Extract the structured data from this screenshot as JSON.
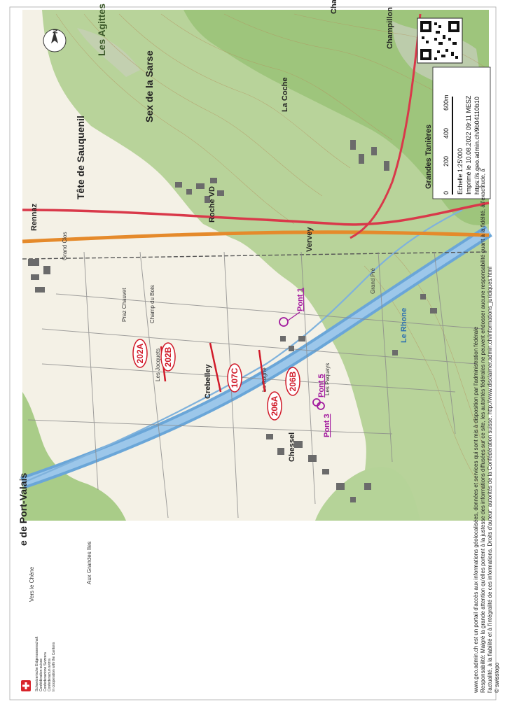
{
  "map": {
    "places": {
      "port_valais": "e de Port-Valais",
      "rennaz": "Rennaz",
      "roche": "Roche VD",
      "tete": "Tête de Sauquenil",
      "sex": "Sex de la Sarse",
      "champillon": "Champillon",
      "crebelley": "Crebelley",
      "chessel": "Chessel",
      "vers_chene": "Vers le Chêne",
      "grandes_ta": "Grandes Tanières",
      "vervey": "Vervey",
      "la_coche": "La Coche",
      "chatillon": "Chatillon",
      "les_agittes": "Les Agittes",
      "le_rhone": "Le Rhone",
      "grand_clos": "Grand Clos",
      "la_rogne": "La Rogne",
      "grand_pre": "Grand Pré",
      "les_paquays": "Les Paquays",
      "aux_grandes_iles": "Aux Grandes Iles",
      "champ_bois": "Champ du Bois",
      "le_jocquet": "Les Jocquets",
      "praz_chauvet": "Praz Chauvet"
    },
    "markers": {
      "r202a": "202A",
      "r202b": "202B",
      "r107c": "107C",
      "r206b": "206B",
      "r206a": "206A",
      "pont1": "Pont 1",
      "pont3": "Pont 3",
      "pont5": "Pont 5"
    },
    "compass": {
      "letter": "N"
    },
    "scale": {
      "ticks": [
        "0",
        "200",
        "400",
        "600m"
      ],
      "echelle": "Echelle 1:25'000",
      "printed": "Imprimé le 10.08.2022 09:11 MESZ",
      "url": "https://s.geo.admin.ch/9b04110b10"
    },
    "footer": {
      "line1": "www.geo.admin.ch est un portail d'accès aux informations géolocalisées, données et services qui sont mis à disposition par l'administration fédérale",
      "line2": "Responsabilité: Malgré la grande attention qu'elles portent à la justesse des informations diffusées sur ce site, les autorités fédérales ne peuvent endosser aucune responsabilité quant à la fidélité, à l'exactitude, à",
      "line3": "l'actualité, à la fiabilité et à l'intégralité de ces informations. Droits d'auteur: autorités de la Confédération suisse. http://www.disclaimer.admin.ch/informations_juridiques.html",
      "line4": "© swisstopo"
    },
    "confed": {
      "l1": "Schweizerische Eidgenossenschaft",
      "l2": "Confédération suisse",
      "l3": "Confederazione Svizzera",
      "l4": "Confederaziun svizra",
      "l5": "In cooperation with the Cantons"
    }
  }
}
